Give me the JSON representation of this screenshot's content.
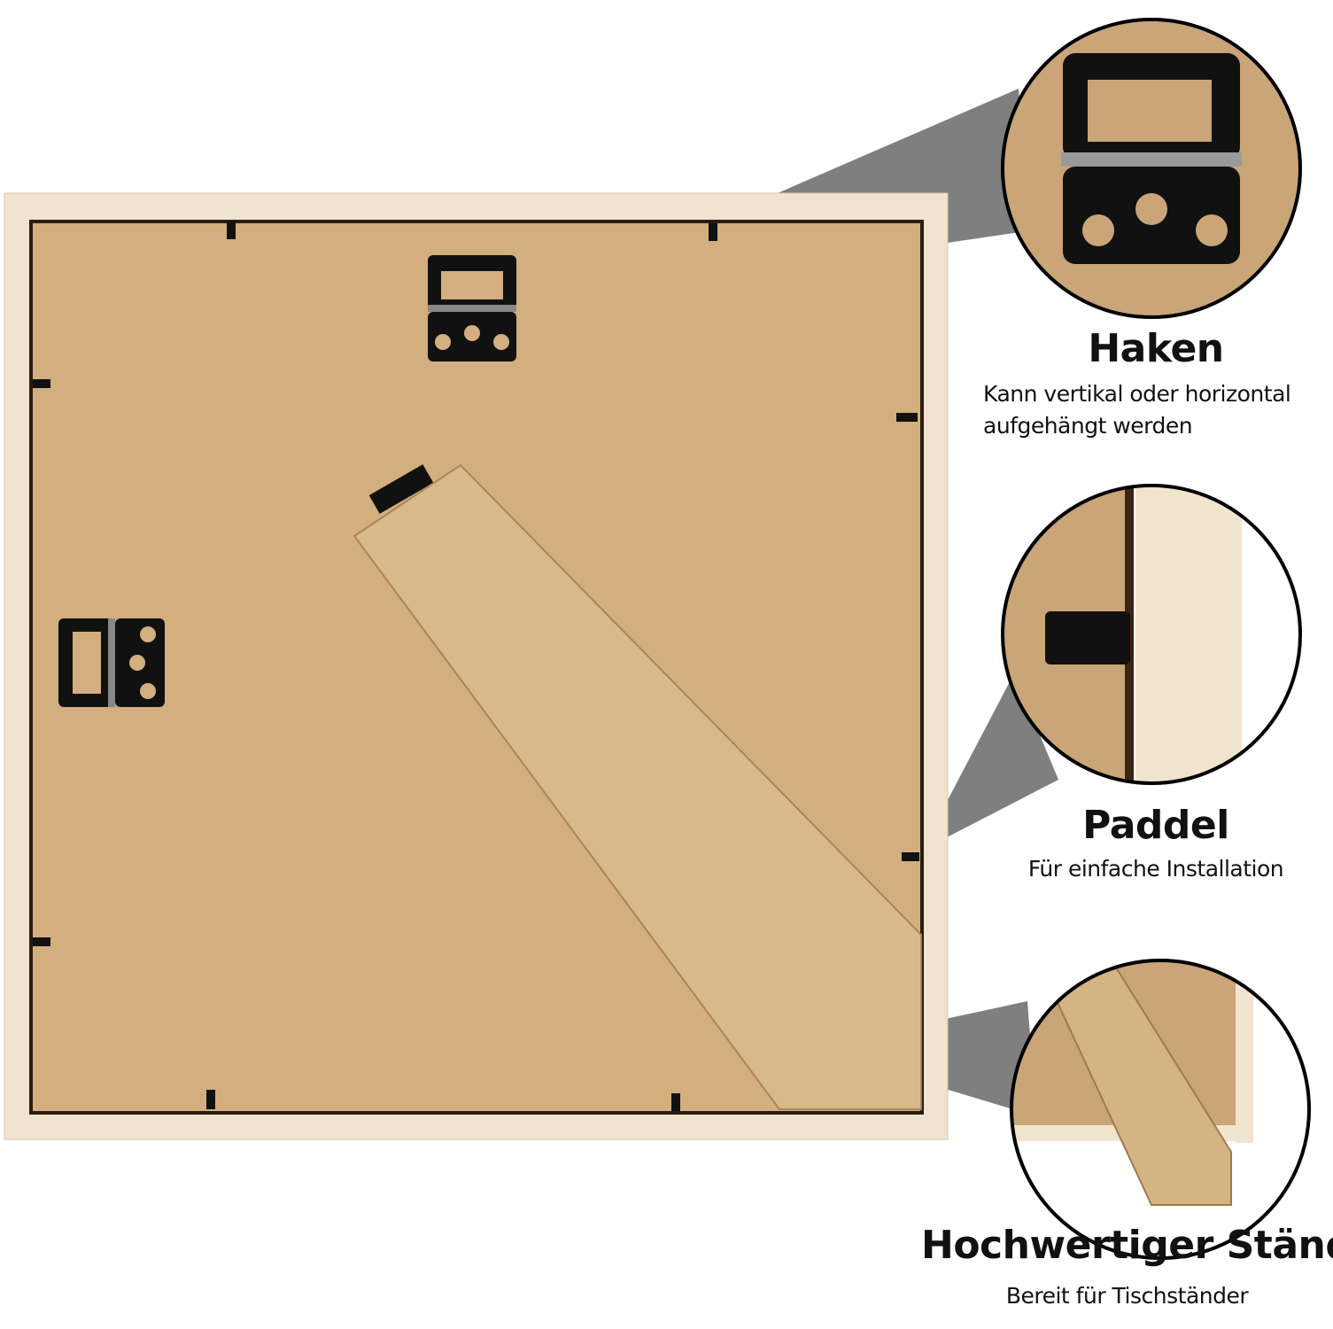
{
  "features": [
    {
      "title": "Haken",
      "description_lines": [
        "Kann vertikal oder horizontal",
        "aufgehängt werden"
      ]
    },
    {
      "title": "Paddel",
      "description_lines": [
        "Für einfache Installation"
      ]
    },
    {
      "title": "Hochwertiger Ständer",
      "description_lines": [
        "Bereit für Tischständer"
      ]
    }
  ],
  "colors": {
    "frame": "#f1e4d0",
    "backing": "#d2ae7e",
    "hardware": "#111111",
    "callout": "#7a7a7a"
  }
}
